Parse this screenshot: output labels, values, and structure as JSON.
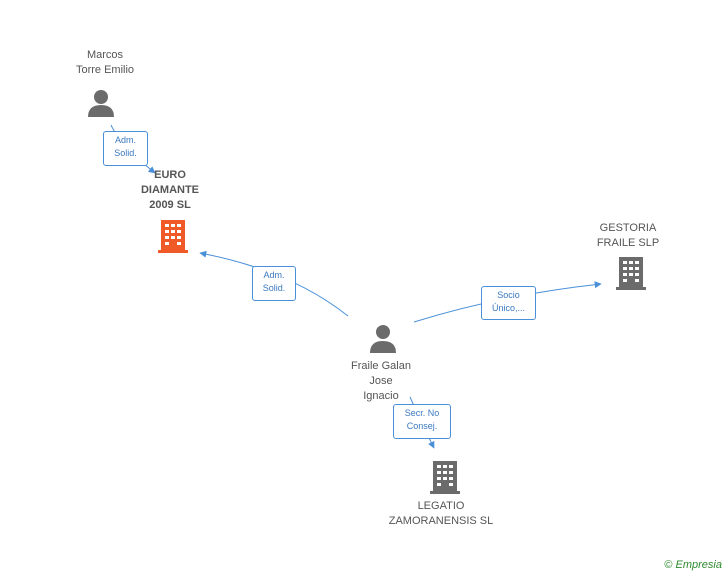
{
  "nodes": {
    "marcos": {
      "line1": "Marcos",
      "line2": "Torre Emilio"
    },
    "euro": {
      "line1": "EURO",
      "line2": "DIAMANTE",
      "line3": "2009 SL"
    },
    "gestoria": {
      "line1": "GESTORIA",
      "line2": "FRAILE SLP"
    },
    "fraile": {
      "line1": "Fraile Galan",
      "line2": "Jose",
      "line3": "Ignacio"
    },
    "legatio": {
      "line1": "LEGATIO",
      "line2": "ZAMORANENSIS SL"
    }
  },
  "edges": {
    "marcos_euro": {
      "line1": "Adm.",
      "line2": "Solid."
    },
    "fraile_euro": {
      "line1": "Adm.",
      "line2": "Solid."
    },
    "fraile_gestoria": {
      "line1": "Socio",
      "line2": "Único,..."
    },
    "fraile_legatio": {
      "line1": "Secr. No",
      "line2": "Consej."
    }
  },
  "colors": {
    "edge": "#4a90d9",
    "person": "#6b6b6b",
    "company": "#6b6b6b",
    "company_main": "#f05a28"
  },
  "brand": {
    "copyright": "©",
    "name": "Empresia"
  }
}
